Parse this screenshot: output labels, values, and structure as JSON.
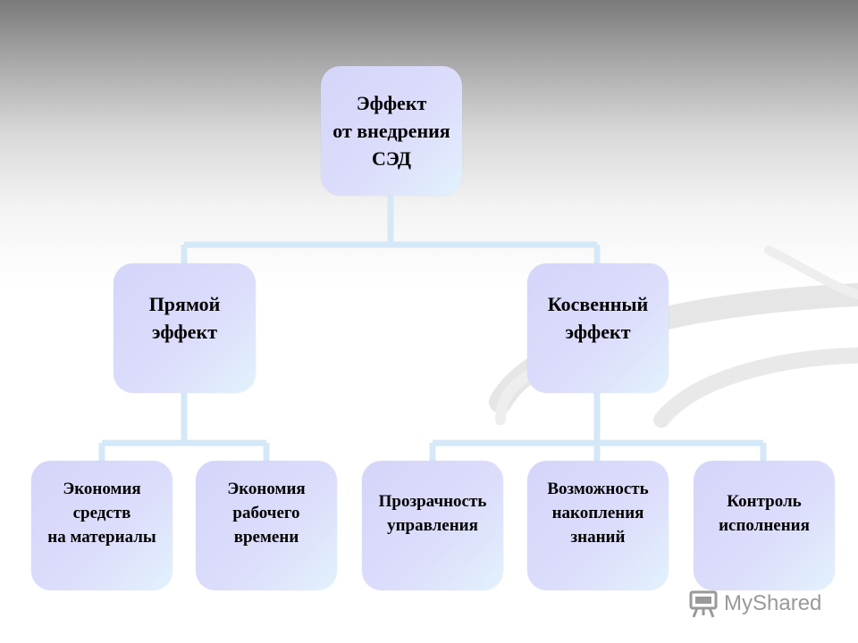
{
  "root": {
    "text": "Эффект\nот внедрения\nСЭД"
  },
  "branches": [
    {
      "text": "Прямой\n эффект",
      "children": [
        {
          "text": "Экономия\nсредств\nна материалы"
        },
        {
          "text": "Экономия\nрабочего\nвремени"
        }
      ]
    },
    {
      "text": "Косвенный\nэффект",
      "children": [
        {
          "text": "Прозрачность\nуправления"
        },
        {
          "text": "Возможность\nнакопления\nзнаний"
        },
        {
          "text": "Контроль\nисполнения"
        }
      ]
    }
  ],
  "watermark": {
    "text": "MyShared",
    "icon": "presentation-board-icon"
  },
  "colors": {
    "box_fill": "#d8d8fa",
    "box_fill_light": "#e2f2fc",
    "connector": "#d5e8f8"
  }
}
